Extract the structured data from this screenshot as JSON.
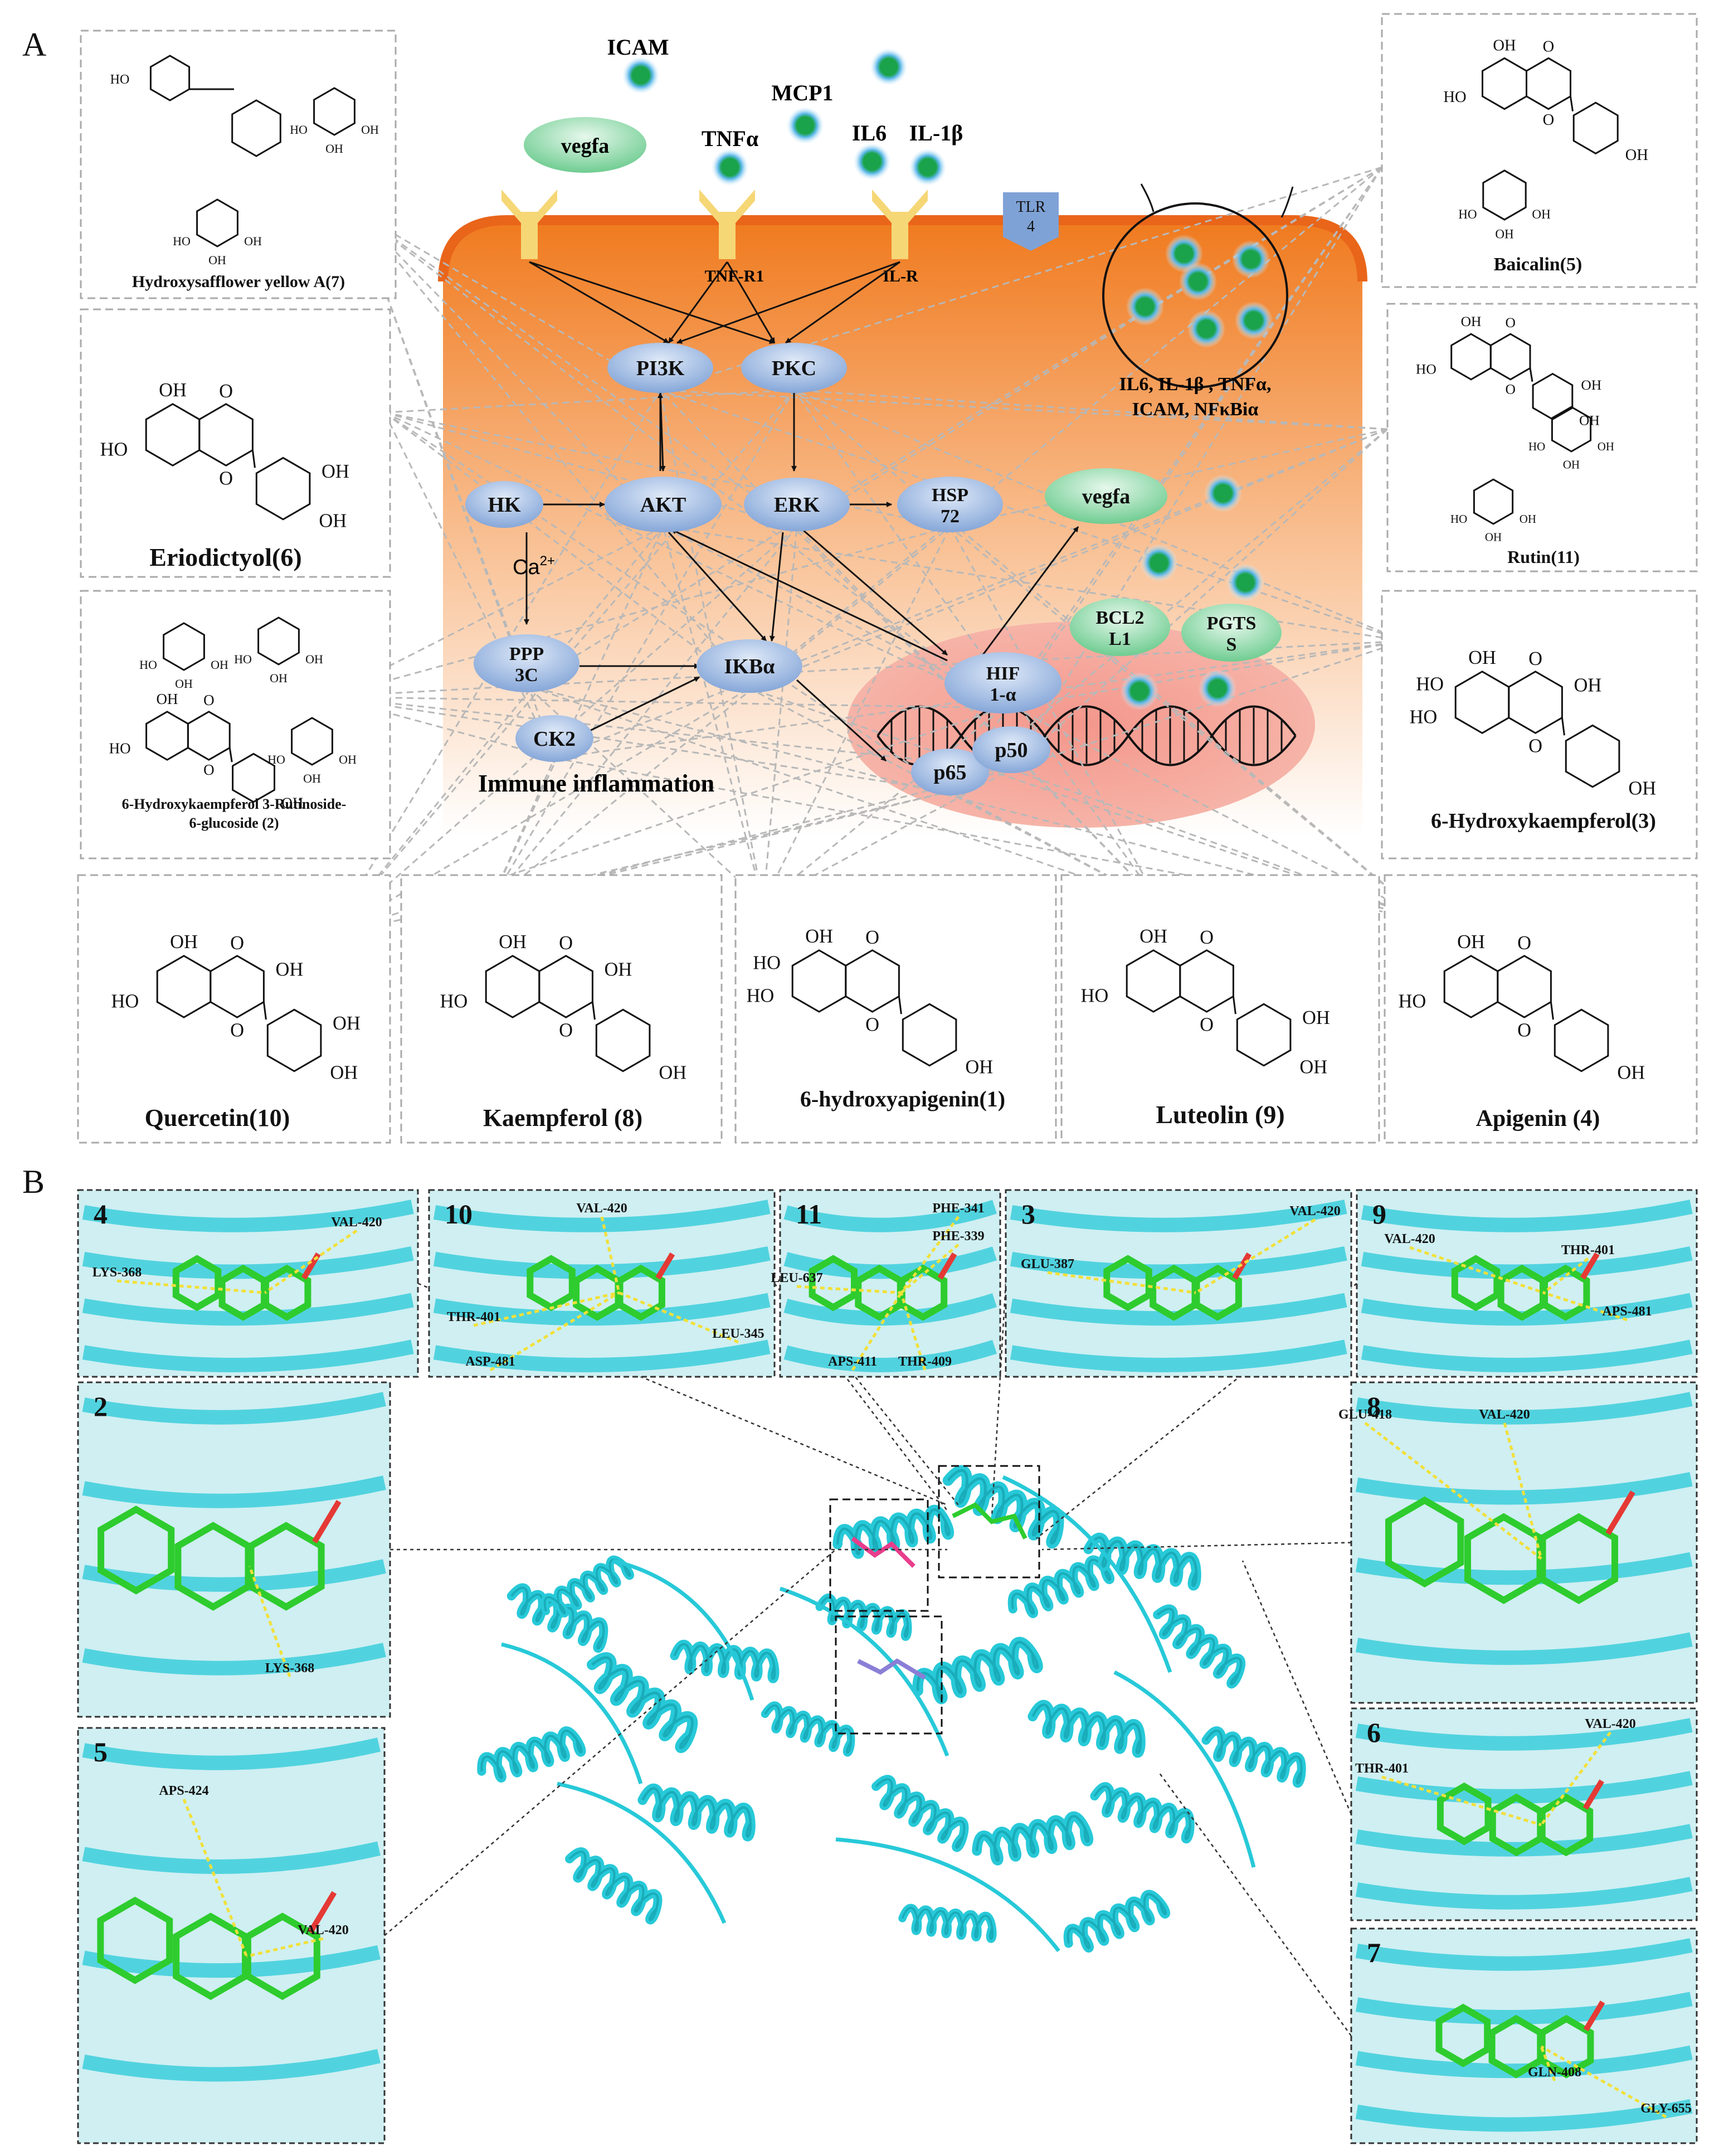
{
  "panel_a": {
    "letter": "A",
    "receptor_labels": {
      "tnf_r1": "TNF-R1",
      "il_r": "IL-R"
    },
    "ligand_labels": {
      "vegfa": "vegfa",
      "icam": "ICAM",
      "mcp1": "MCP1",
      "tnfa": "TNFα",
      "il6": "IL6",
      "il1b": "IL-1β"
    },
    "tlr4": [
      "TLR",
      "4"
    ],
    "nodes": {
      "pi3k": "PI3K",
      "pkc": "PKC",
      "hk": "HK",
      "akt": "AKT",
      "erk": "ERK",
      "hsp72": [
        "HSP",
        "72"
      ],
      "vegfa_inner": "vegfa",
      "ppp3c": [
        "PPP",
        "3C"
      ],
      "ikba": "IKBα",
      "hif": [
        "HIF",
        "1-α"
      ],
      "ck2": "CK2",
      "p65": "p65",
      "p50": "p50",
      "bcl2l1": [
        "BCL2",
        "L1"
      ],
      "pgtss": [
        "PGTS",
        "S"
      ]
    },
    "ca_label": "Ca",
    "ca_sup": "2+",
    "immune_label": "Immune inflammation",
    "circle_caption": [
      "IL6, IL-1β ,  TNFα,",
      "ICAM, NFκBiα"
    ],
    "compounds": {
      "hsya": "Hydroxysafflower yellow A(7)",
      "eriodictyol": "Eriodictyol(6)",
      "hk_glucoside": [
        "6-Hydroxykaempferol 3-Rutinoside-",
        "6-glucoside (2)"
      ],
      "baicalin": "Baicalin(5)",
      "rutin": "Rutin(11)",
      "hydroxykaempferol": "6-Hydroxykaempferol(3)",
      "quercetin": "Quercetin(10)",
      "kaempferol": "Kaempferol (8)",
      "hydroxyapigenin": "6-hydroxyapigenin(1)",
      "luteolin": "Luteolin (9)",
      "apigenin": "Apigenin  (4)"
    },
    "atoms": {
      "oh": "OH",
      "ho": "HO",
      "o": "O"
    }
  },
  "panel_b": {
    "letter": "B",
    "insets": [
      {
        "num": "4",
        "residues": [
          "VAL-420",
          "LYS-368"
        ]
      },
      {
        "num": "10",
        "residues": [
          "VAL-420",
          "THR-401",
          "ASP-481",
          "LEU-345"
        ]
      },
      {
        "num": "11",
        "residues": [
          "PHE-341",
          "PHE-339",
          "LEU-637",
          "APS-411",
          "THR-409"
        ]
      },
      {
        "num": "3",
        "residues": [
          "VAL-420",
          "GLU-387"
        ]
      },
      {
        "num": "9",
        "residues": [
          "VAL-420",
          "THR-401",
          "APS-481"
        ]
      },
      {
        "num": "2",
        "residues": [
          "LYS-368"
        ]
      },
      {
        "num": "8",
        "residues": [
          "GLU-418",
          "VAL-420"
        ]
      },
      {
        "num": "5",
        "residues": [
          "APS-424",
          "VAL-420"
        ]
      },
      {
        "num": "6",
        "residues": [
          "VAL-420",
          "THR-401"
        ]
      },
      {
        "num": "7",
        "residues": [
          "GLN-408",
          "GLY-655"
        ]
      }
    ]
  },
  "colors": {
    "cell_top": "#f07a1e",
    "cell_bottom": "#ffffff",
    "node_blue": "#8fb0dc",
    "node_green": "#7fd6a0",
    "ligand_green": "#1aa34a",
    "protein_cyan": "#27c9d8",
    "ligand_stick": "#2ecc2e",
    "receptor_yellow": "#f6d776"
  }
}
